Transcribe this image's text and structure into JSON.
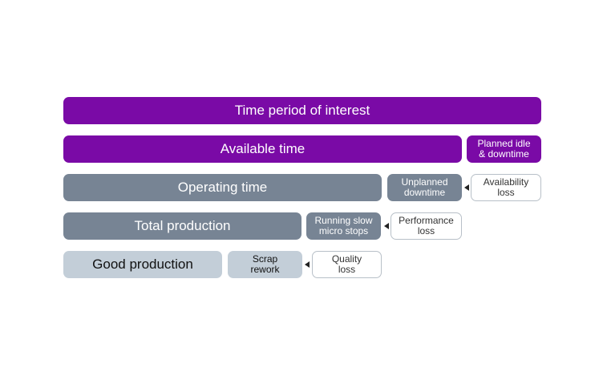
{
  "rows": {
    "time_period": {
      "label": "Time period of interest"
    },
    "available": {
      "label": "Available time",
      "deduction": "Planned idle\n& downtime"
    },
    "operating": {
      "label": "Operating time",
      "deduction": "Unplanned\ndowntime",
      "loss": "Availability\nloss"
    },
    "total": {
      "label": "Total production",
      "deduction": "Running slow\nmicro stops",
      "loss": "Performance\nloss"
    },
    "good": {
      "label": "Good production",
      "deduction": "Scrap\nrework",
      "loss": "Quality\nloss"
    }
  },
  "colors": {
    "primary_purple": "#7a0aa6",
    "slate": "#778494",
    "light_slate": "#c3ced8",
    "loss_border": "#b8c0c8"
  }
}
